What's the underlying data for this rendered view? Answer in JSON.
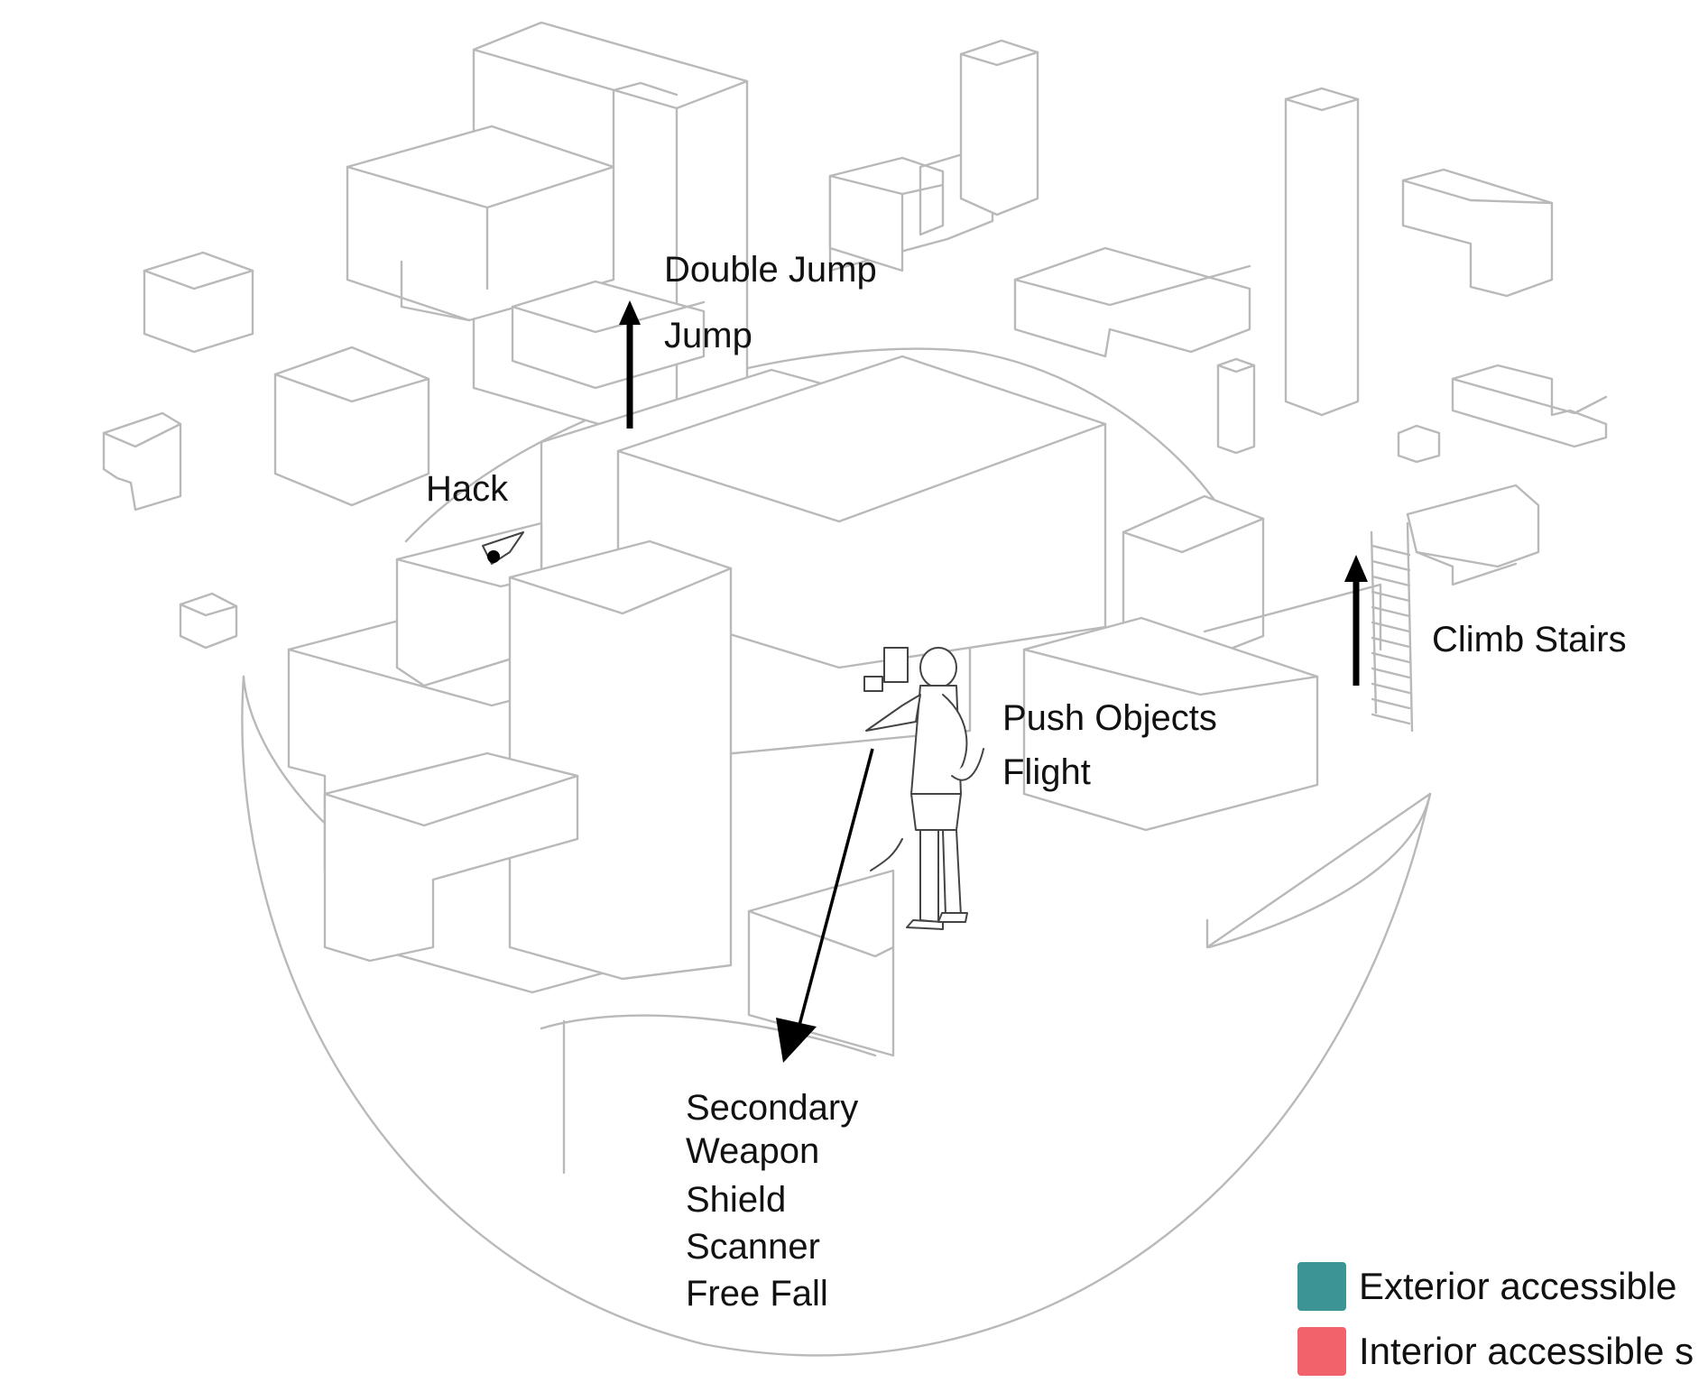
{
  "labels": {
    "double_jump": "Double Jump",
    "jump": "Jump",
    "hack": "Hack",
    "climb_stairs": "Climb Stairs",
    "push_objects": "Push Objects",
    "flight": "Flight",
    "secondary": "Secondary",
    "weapon": "Weapon",
    "shield": "Shield",
    "scanner": "Scanner",
    "free_fall": "Free Fall"
  },
  "legend": [
    {
      "label": "Exterior accessible",
      "color": "#3c9495"
    },
    {
      "label": "Interior accessible s",
      "color": "#f1626a"
    }
  ],
  "colors": {
    "outline": "#b9b9b9",
    "arrow": "#000000",
    "text": "#111111"
  }
}
